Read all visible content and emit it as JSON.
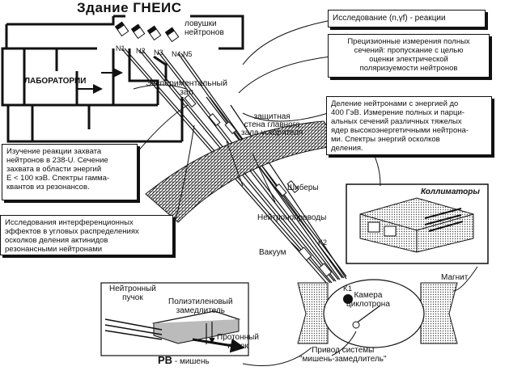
{
  "title": "Здание ГНЕИС",
  "labels": {
    "traps": "ловушки\nнейтронов",
    "laboratories": "ЛАБОРАТОРИИ",
    "experimental_hall": "Экспериментальный\nзал",
    "protective_wall": "защитная\nстена главного\nзала ускорителя",
    "shutters": "Шиберы",
    "neutron_guides": "Нейтронопроводы",
    "vacuum": "Вакуум",
    "k2": "K2",
    "k1": "K1",
    "cyclotron_chamber": "Камера\nциклотрона",
    "magnet": "Магнит",
    "collimators": "Коллиматоры",
    "target_drive": "Привод системы\n\"мишень-замедлитель\"",
    "neutron_beam": "Нейтронный\nпучок",
    "polyethylene_moderator": "Полиэтиленовый\nзамедлитель",
    "proton_beam": "Протонный\nпучок",
    "pb_target_symbol": "PB",
    "pb_target_text": " - мишень"
  },
  "channels": [
    "N1",
    "N2",
    "N3",
    "N4,N5"
  ],
  "boxes": {
    "ng_research": "Исследование (n,γf) - реакции",
    "precision": "Прецизионные измерения полных\nсечений: пропускание с целью\nоценки электрической\nполяризуемости нейтронов",
    "fission": "Деление нейтронами с энергией до\n400 ГэВ. Измерение полных и парци-\nальных сечений различных тяжелых\nядер высокоэнергетичными нейтрона-\nми. Спектры энергий осколков\nделения.",
    "capture": "Изучение реакции захвата\nнейтронов в 238-U. Сечение\nзахвата в области энергий\nE < 100 кэВ. Спектры гамма-\nквантов из резонансов.",
    "interference": "Исследования интерференционных\nэффектов в угловых распределениях\nосколков деления актинидов\nрезонансными нейтронами"
  }
}
